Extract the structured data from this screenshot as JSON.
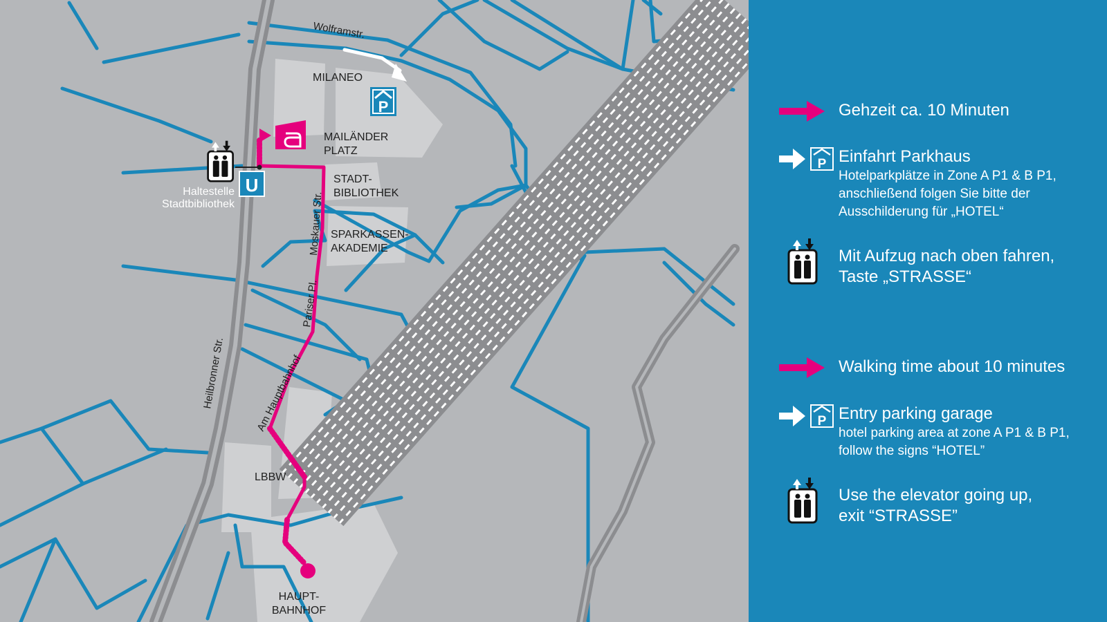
{
  "map": {
    "streets": {
      "wolframstr": "Wolframstr.",
      "heilbronner": "Heilbronner Str.",
      "moskauer": "Moskauer Str.",
      "pariser": "Pariser Pl.",
      "am_hauptbahnhof": "Am Hauptbahnhof"
    },
    "places": {
      "milaneo": "MILANEO",
      "mailaender_1": "MAILÄNDER",
      "mailaender_2": "PLATZ",
      "stadtbib_1": "STADT-",
      "stadtbib_2": "BIBLIOTHEK",
      "sparkassen_1": "SPARKASSEN-",
      "sparkassen_2": "AKADEMIE",
      "lbbw": "LBBW",
      "hbf_1": "HAUPT-",
      "hbf_2": "BAHNHOF"
    },
    "stop": {
      "line1": "Haltestelle",
      "line2": "Stadtbibliothek",
      "badge": "U"
    },
    "parking_badge": "P",
    "colors": {
      "background": "#b5b7ba",
      "streets": "#1a87b9",
      "route": "#e5007d",
      "rail": "#8c8d90",
      "blocks": "#cfd0d2"
    }
  },
  "legend": {
    "background": "#1a87b9",
    "de": {
      "walking": "Gehzeit ca. 10 Minuten",
      "parking_title": "Einfahrt Parkhaus",
      "parking_line1": "Hotelparkplätze in Zone A P1 & B P1,",
      "parking_line2": "anschließend folgen Sie bitte der",
      "parking_line3": "Ausschilderung für „HOTEL“",
      "elevator_line1": "Mit Aufzug nach oben fahren,",
      "elevator_line2": "Taste „STRASSE“"
    },
    "en": {
      "walking": "Walking time about 10 minutes",
      "parking_title": "Entry parking garage",
      "parking_line1": "hotel parking area at zone A P1 & B P1,",
      "parking_line2": "follow the signs “HOTEL”",
      "elevator_line1": "Use the elevator going up,",
      "elevator_line2": "exit “STRASSE”"
    },
    "icons": {
      "walking": "pink-arrow-icon",
      "parking": "parking-entry-icon",
      "elevator": "elevator-icon"
    }
  }
}
